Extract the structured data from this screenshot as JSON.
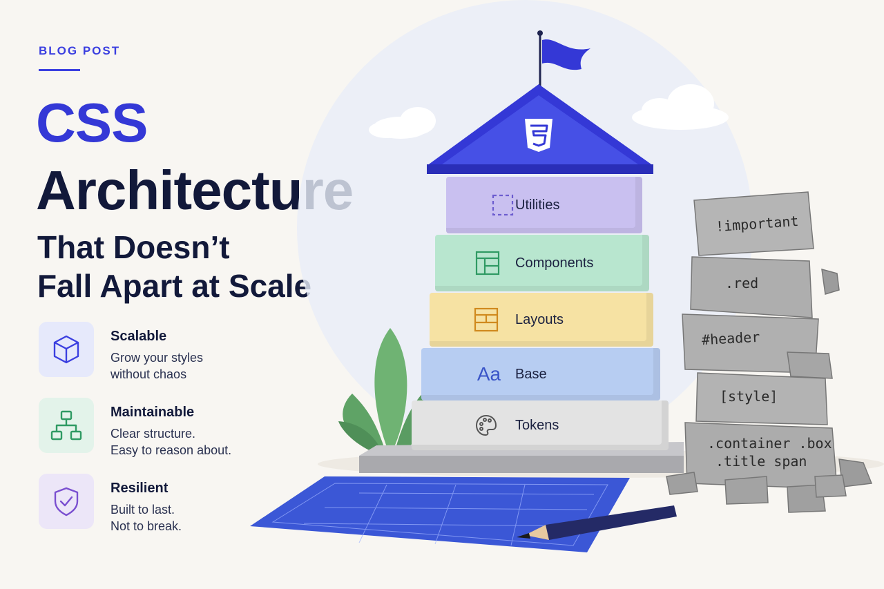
{
  "header": {
    "eyebrow": "BLOG POST",
    "title_line1": "CSS",
    "title_line2": "Architecture",
    "subtitle_line1": "That Doesn’t",
    "subtitle_line2": "Fall Apart at Scale"
  },
  "features": [
    {
      "icon": "cube-icon",
      "title": "Scalable",
      "line1": "Grow your styles",
      "line2": "without chaos"
    },
    {
      "icon": "hierarchy-icon",
      "title": "Maintainable",
      "line1": "Clear structure.",
      "line2": "Easy to reason about."
    },
    {
      "icon": "shield-check-icon",
      "title": "Resilient",
      "line1": "Built to last.",
      "line2": "Not to break."
    }
  ],
  "layers": [
    {
      "label": "Utilities",
      "icon": "dashed-square-icon",
      "color": "#c9c0f0"
    },
    {
      "label": "Components",
      "icon": "component-layout-icon",
      "color": "#b8e6cf"
    },
    {
      "label": "Layouts",
      "icon": "grid-layout-icon",
      "color": "#f6e2a3"
    },
    {
      "label": "Base",
      "icon": "typography-icon",
      "icon_text": "Aa",
      "color": "#b7cdf2"
    },
    {
      "label": "Tokens",
      "icon": "palette-icon",
      "color": "#e3e3e3"
    }
  ],
  "bad_selectors": [
    "!important",
    ".red",
    "#header",
    "[style]",
    ".container .box",
    ".title span"
  ],
  "colors": {
    "accent": "#3438d6",
    "ink": "#12193a",
    "background": "#f8f6f2"
  }
}
